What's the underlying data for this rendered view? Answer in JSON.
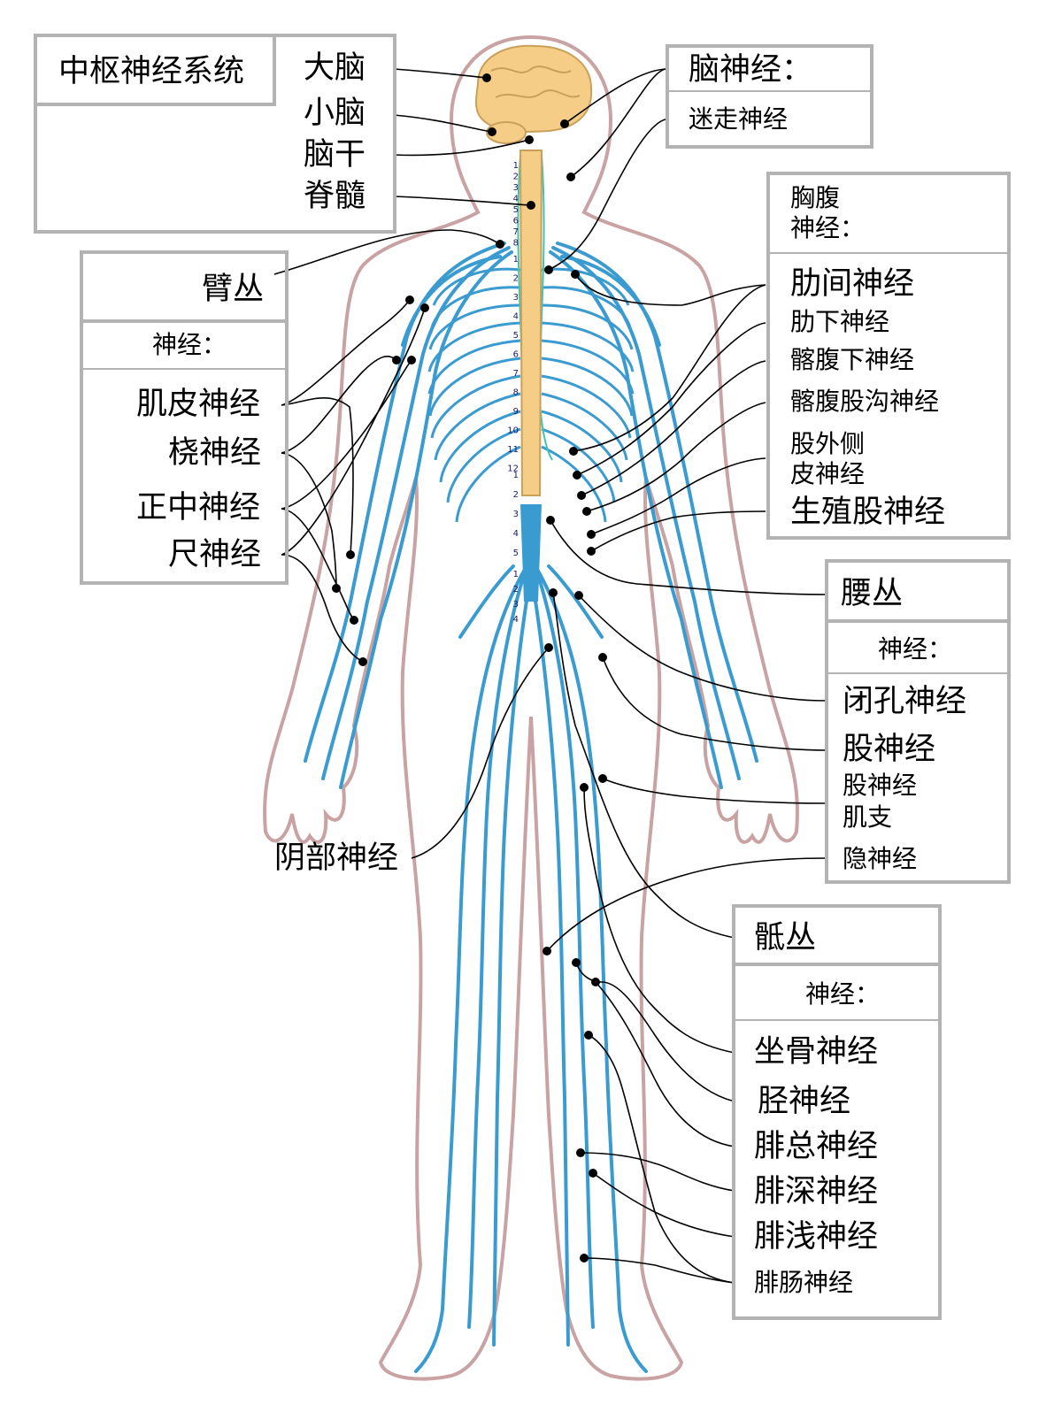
{
  "cns": {
    "title": "中枢神经系统",
    "items": [
      "大脑",
      "小脑",
      "脑干",
      "脊髓"
    ]
  },
  "cranial": {
    "title": "脑神经：",
    "items": [
      "迷走神经"
    ]
  },
  "thoracoabdominal": {
    "title_line1": "胸腹",
    "title_line2": "神经：",
    "items": [
      "肋间神经",
      "肋下神经",
      "髂腹下神经",
      "髂腹股沟神经",
      "股外侧",
      "皮神经",
      "生殖股神经"
    ]
  },
  "brachial": {
    "title": "臂丛",
    "subtitle": "神经：",
    "items": [
      "肌皮神经",
      "桡神经",
      "正中神经",
      "尺神经"
    ]
  },
  "lumbar": {
    "title": "腰丛",
    "subtitle": "神经：",
    "items": [
      "闭孔神经",
      "股神经",
      "股神经",
      "肌支",
      "隐神经"
    ]
  },
  "pudendal": "阴部神经",
  "sacral": {
    "title": "骶丛",
    "subtitle": "神经：",
    "items": [
      "坐骨神经",
      "胫神经",
      "腓总神经",
      "腓深神经",
      "腓浅神经",
      "腓肠神经"
    ]
  },
  "vertebra_numbers": {
    "cervical": [
      "1",
      "2",
      "3",
      "4",
      "5",
      "6",
      "7",
      "8"
    ],
    "thoracic": [
      "1",
      "2",
      "3",
      "4",
      "5",
      "6",
      "7",
      "8",
      "9",
      "10",
      "11",
      "12"
    ],
    "lumbar": [
      "1",
      "2",
      "3",
      "4",
      "5"
    ],
    "sacral": [
      "1",
      "2",
      "3",
      "4"
    ]
  },
  "colors": {
    "nerve": "#3a9bd1",
    "body_outline": "#c9a3a3",
    "brain": "#f5cd86",
    "box_border": "#b3b3b3"
  }
}
